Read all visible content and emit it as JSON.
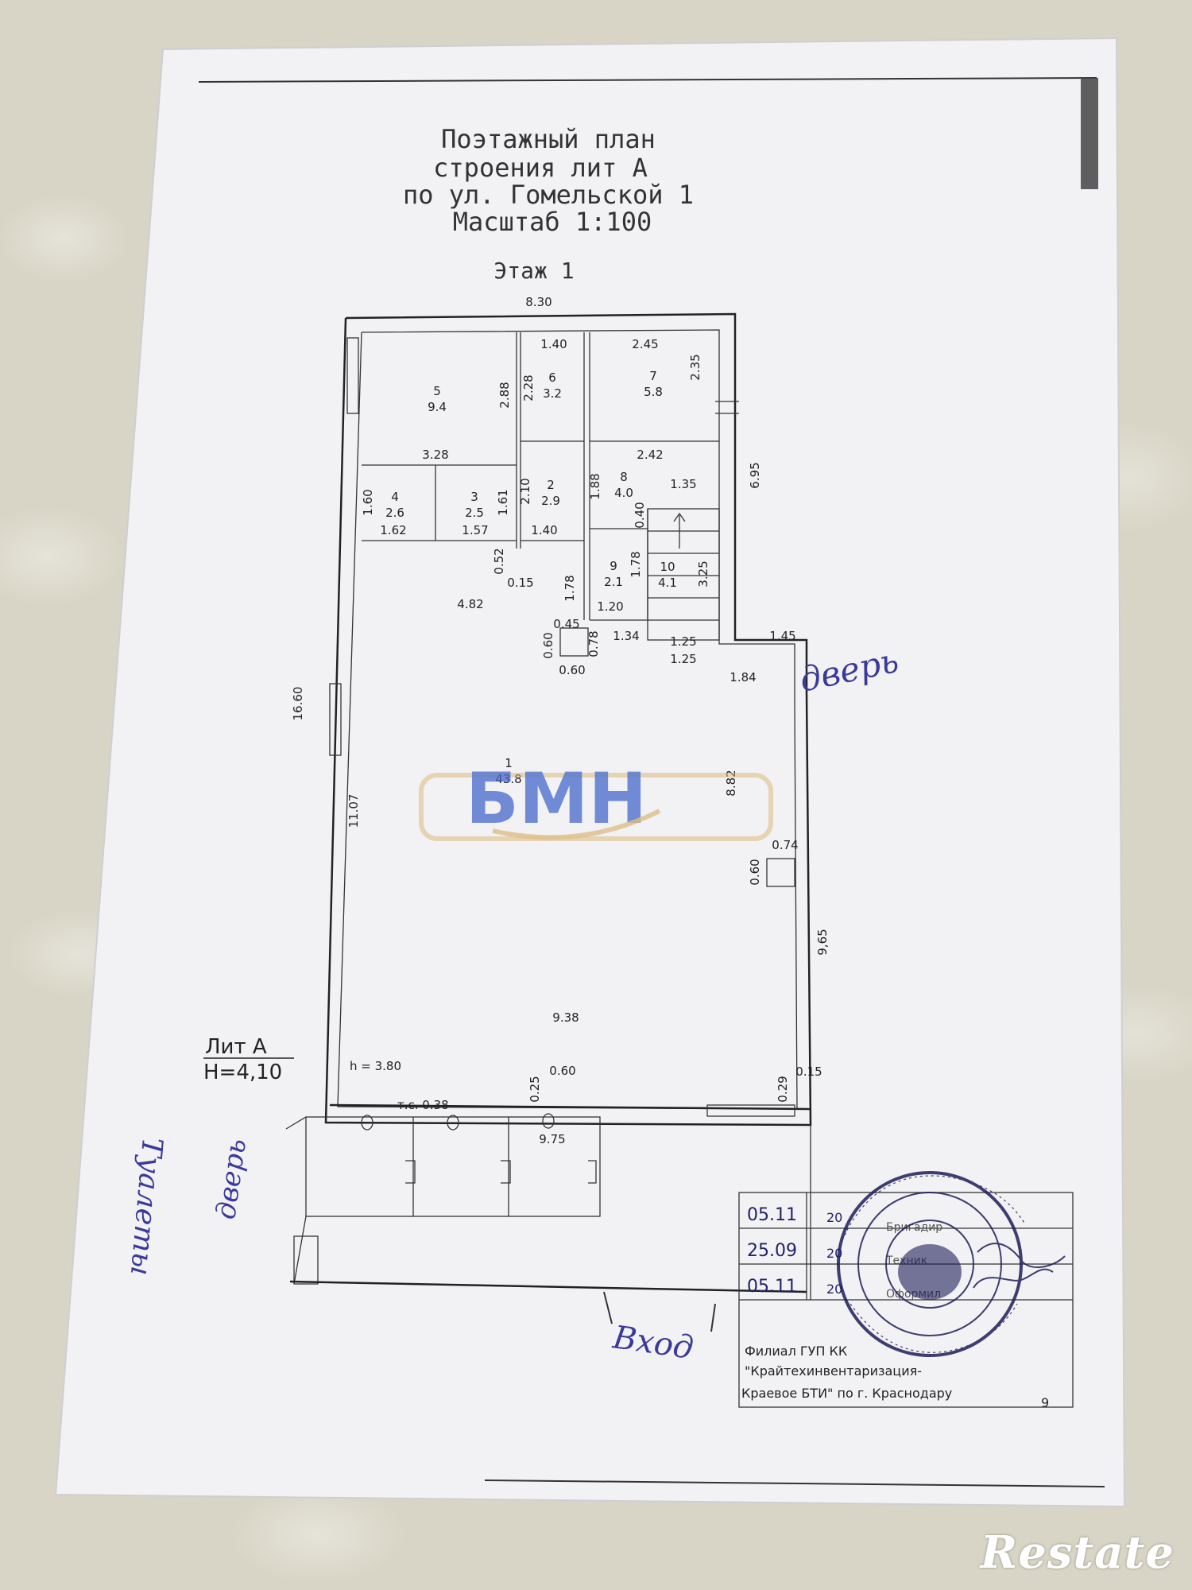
{
  "title": {
    "line1": "Поэтажный план",
    "line2": "строения лит А",
    "line3": "по ул. Гомельской 1",
    "line4": "Масштаб 1:100"
  },
  "floor_label": "Этаж 1",
  "rooms": [
    {
      "num": "5",
      "area": "9.4"
    },
    {
      "num": "6",
      "area": "3.2"
    },
    {
      "num": "7",
      "area": "5.8"
    },
    {
      "num": "4",
      "area": "2.6"
    },
    {
      "num": "3",
      "area": "2.5"
    },
    {
      "num": "2",
      "area": "2.9"
    },
    {
      "num": "8",
      "area": "4.0"
    },
    {
      "num": "9",
      "area": "2.1"
    },
    {
      "num": "10",
      "area": "4.1"
    },
    {
      "num": "1",
      "area": "43.8"
    }
  ],
  "dimensions": {
    "top_width": "8.30",
    "d_140": "1.40",
    "d_245": "2.45",
    "d_235": "2.35",
    "d_288": "2.88",
    "d_228": "2.28",
    "d_328": "3.28",
    "d_242": "2.42",
    "d_695": "6.95",
    "d_160a": "1.60",
    "d_162": "1.62",
    "d_161": "1.61",
    "d_157": "1.57",
    "d_210": "2.10",
    "d_140b": "1.40",
    "d_188": "1.88",
    "d_135": "1.35",
    "d_040": "0.40",
    "d_052": "0.52",
    "d_015": "0.15",
    "d_178a": "1.78",
    "d_178b": "1.78",
    "d_325": "3.25",
    "d_120": "1.20",
    "d_482": "4.82",
    "d_045": "0.45",
    "d_060a": "0.60",
    "d_078": "0.78",
    "d_134": "1.34",
    "d_125a": "1.25",
    "d_125b": "1.25",
    "d_145": "1.45",
    "d_060b": "0.60",
    "d_184": "1.84",
    "d_1660": "16.60",
    "d_1107": "11.07",
    "d_882": "8.82",
    "d_074": "0.74",
    "d_060c": "0.60",
    "d_965": "9,65",
    "d_938": "9.38",
    "d_025": "0.25",
    "d_060d": "0.60",
    "d_029": "0.29",
    "d_015b": "0.15",
    "d_975": "9.75"
  },
  "height_label": "h = 3.80",
  "lit_label": "Лит А",
  "height_total": "H=4,10",
  "wall_label": "т.с.  0.38",
  "handwritten": {
    "door": "дверь",
    "entrance": "Вход",
    "left_note": "Туалеты",
    "left_door": "дверь"
  },
  "stamp_table": {
    "rows": [
      {
        "date": "05.11",
        "year": "20",
        "role": "Бригадир"
      },
      {
        "date": "25.09",
        "year": "20",
        "role": "Техник"
      },
      {
        "date": "05.11",
        "year": "20",
        "role": "Оформил"
      }
    ],
    "org_line1": "Филиал ГУП КК",
    "org_line2": "\"Крайтехинвентаризация-",
    "org_line3": "Краевое БТИ\" по г. Краснодару",
    "page_num": "9"
  },
  "watermark": "БМН",
  "brand": "Restate",
  "colors": {
    "watermark_blue": "#3f63c9",
    "watermark_gold": "#d9b676",
    "ink": "#3a3a9a"
  }
}
